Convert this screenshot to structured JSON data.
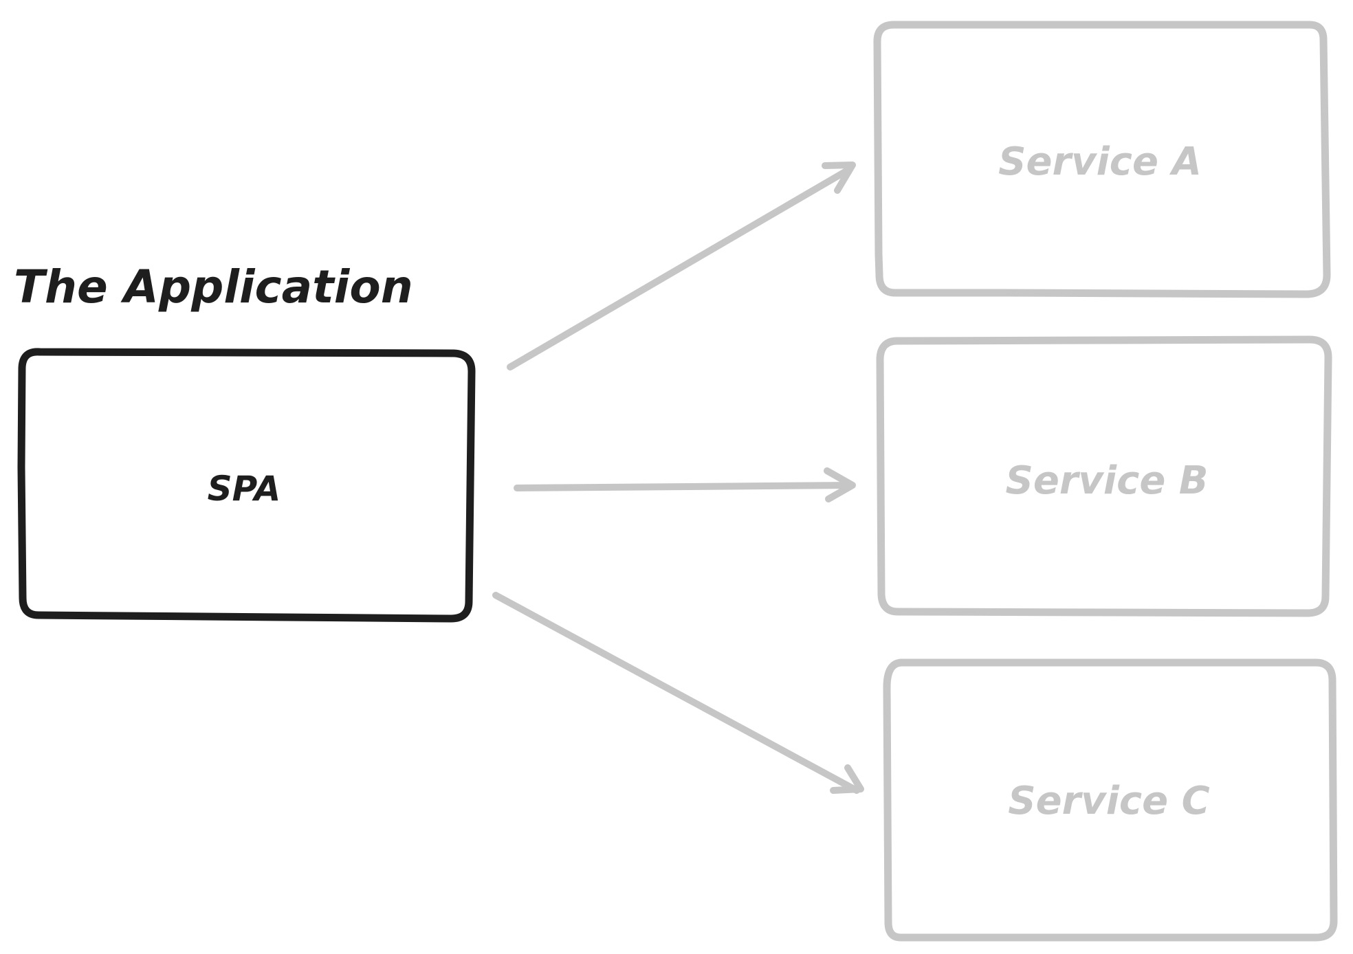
{
  "diagram": {
    "title": "The Application",
    "app_box": {
      "label": "SPA",
      "color": "#1e1e1e"
    },
    "services": [
      {
        "label": "Service A"
      },
      {
        "label": "Service B"
      },
      {
        "label": "Service C"
      }
    ],
    "service_color": "#c6c6c6",
    "connections": [
      {
        "from": "SPA",
        "to": "Service A"
      },
      {
        "from": "SPA",
        "to": "Service B"
      },
      {
        "from": "SPA",
        "to": "Service C"
      }
    ]
  }
}
